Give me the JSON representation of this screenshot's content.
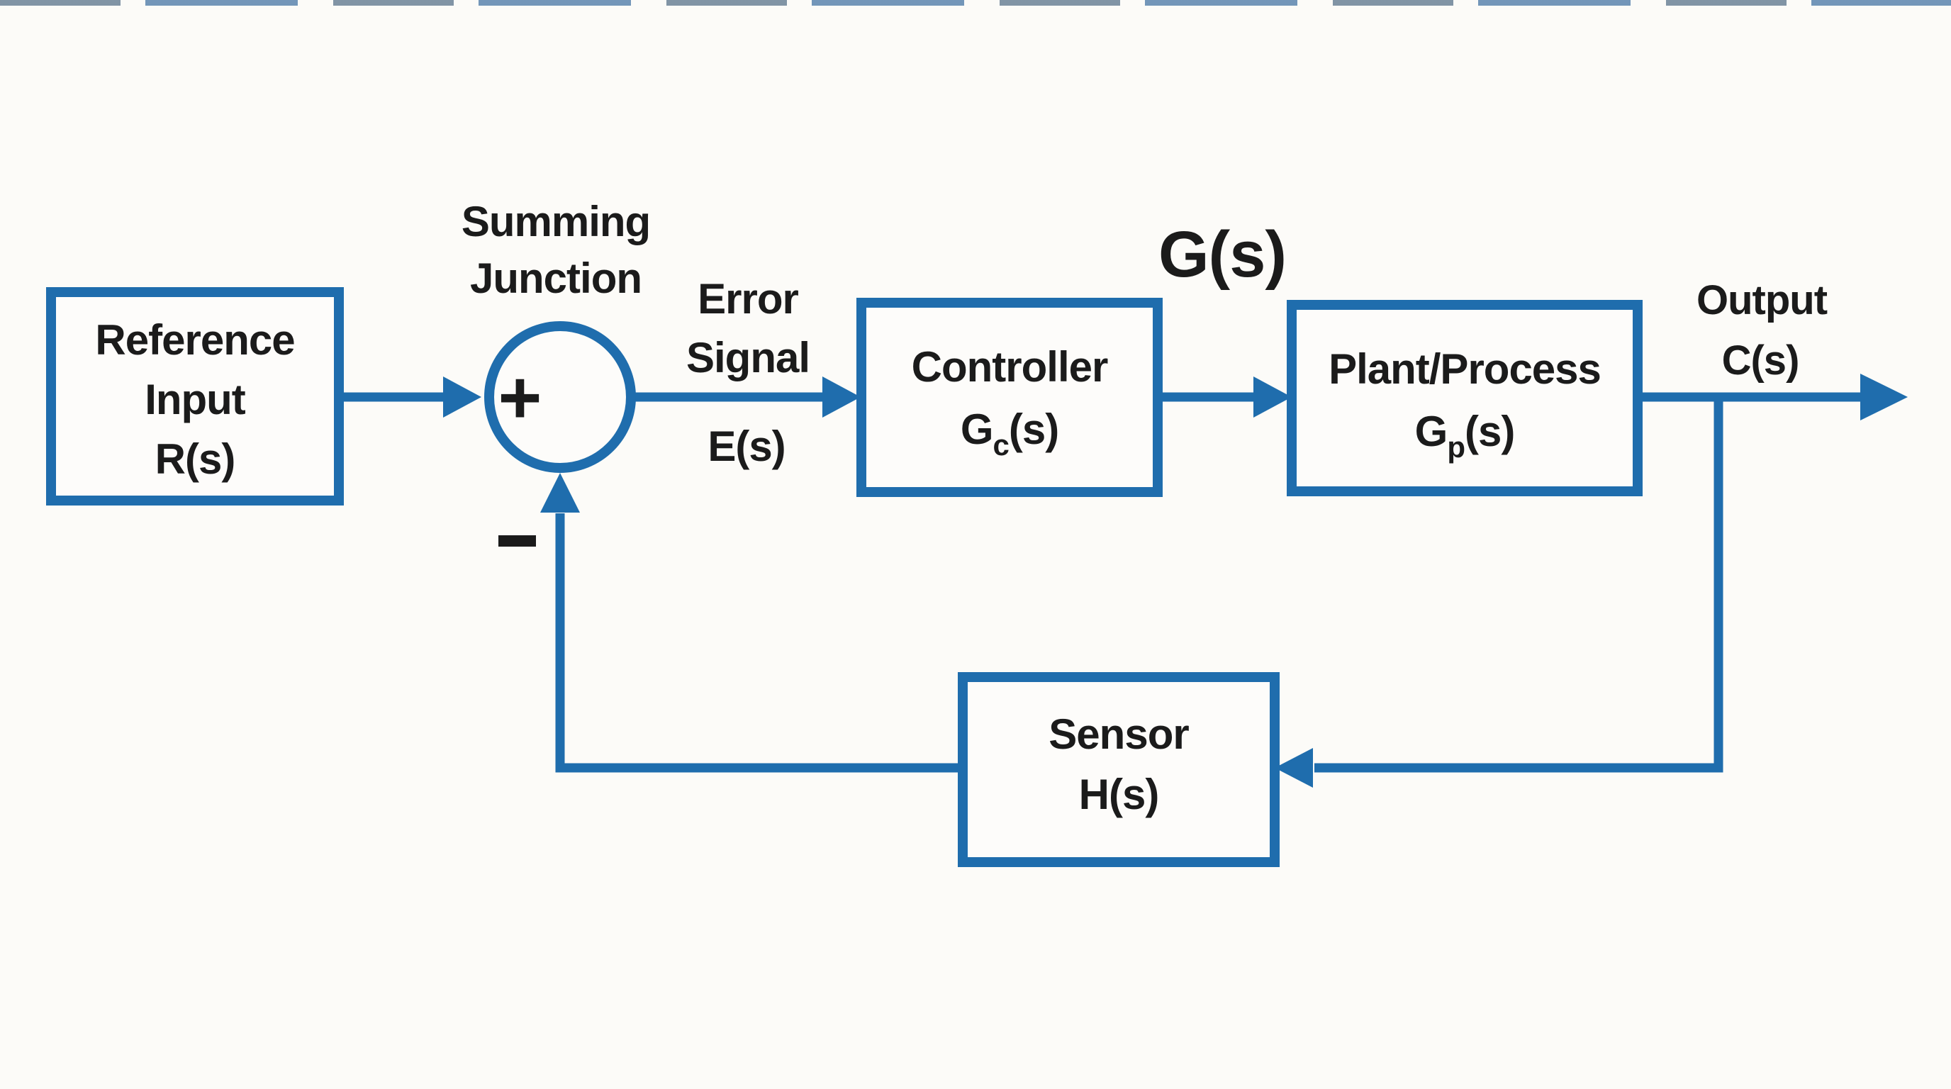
{
  "diagram": {
    "type": "control-system-block-diagram",
    "colors": {
      "line_blue": "#1f6dad",
      "text_black": "#1b1b1b",
      "background": "#fcfbf8"
    },
    "summing_junction": {
      "label_line1": "Summing",
      "label_line2": "Junction",
      "plus_sign": "+",
      "minus_sign": "−"
    },
    "blocks": {
      "reference": {
        "line1": "Reference",
        "line2": "Input",
        "line3": "R(s)"
      },
      "controller": {
        "line1": "Controller",
        "tf_main": "G",
        "tf_sub": "c",
        "tf_rest": "(s)"
      },
      "plant": {
        "line1": "Plant/Process",
        "tf_main": "G",
        "tf_sub": "p",
        "tf_rest": "(s)"
      },
      "sensor": {
        "line1": "Sensor",
        "line2": "H(s)"
      }
    },
    "signals": {
      "error_line1": "Error",
      "error_line2": "Signal",
      "error_symbol": "E(s)",
      "forward_path_tf": "G(s)",
      "output_line1": "Output",
      "output_line2": "C(s)"
    }
  }
}
